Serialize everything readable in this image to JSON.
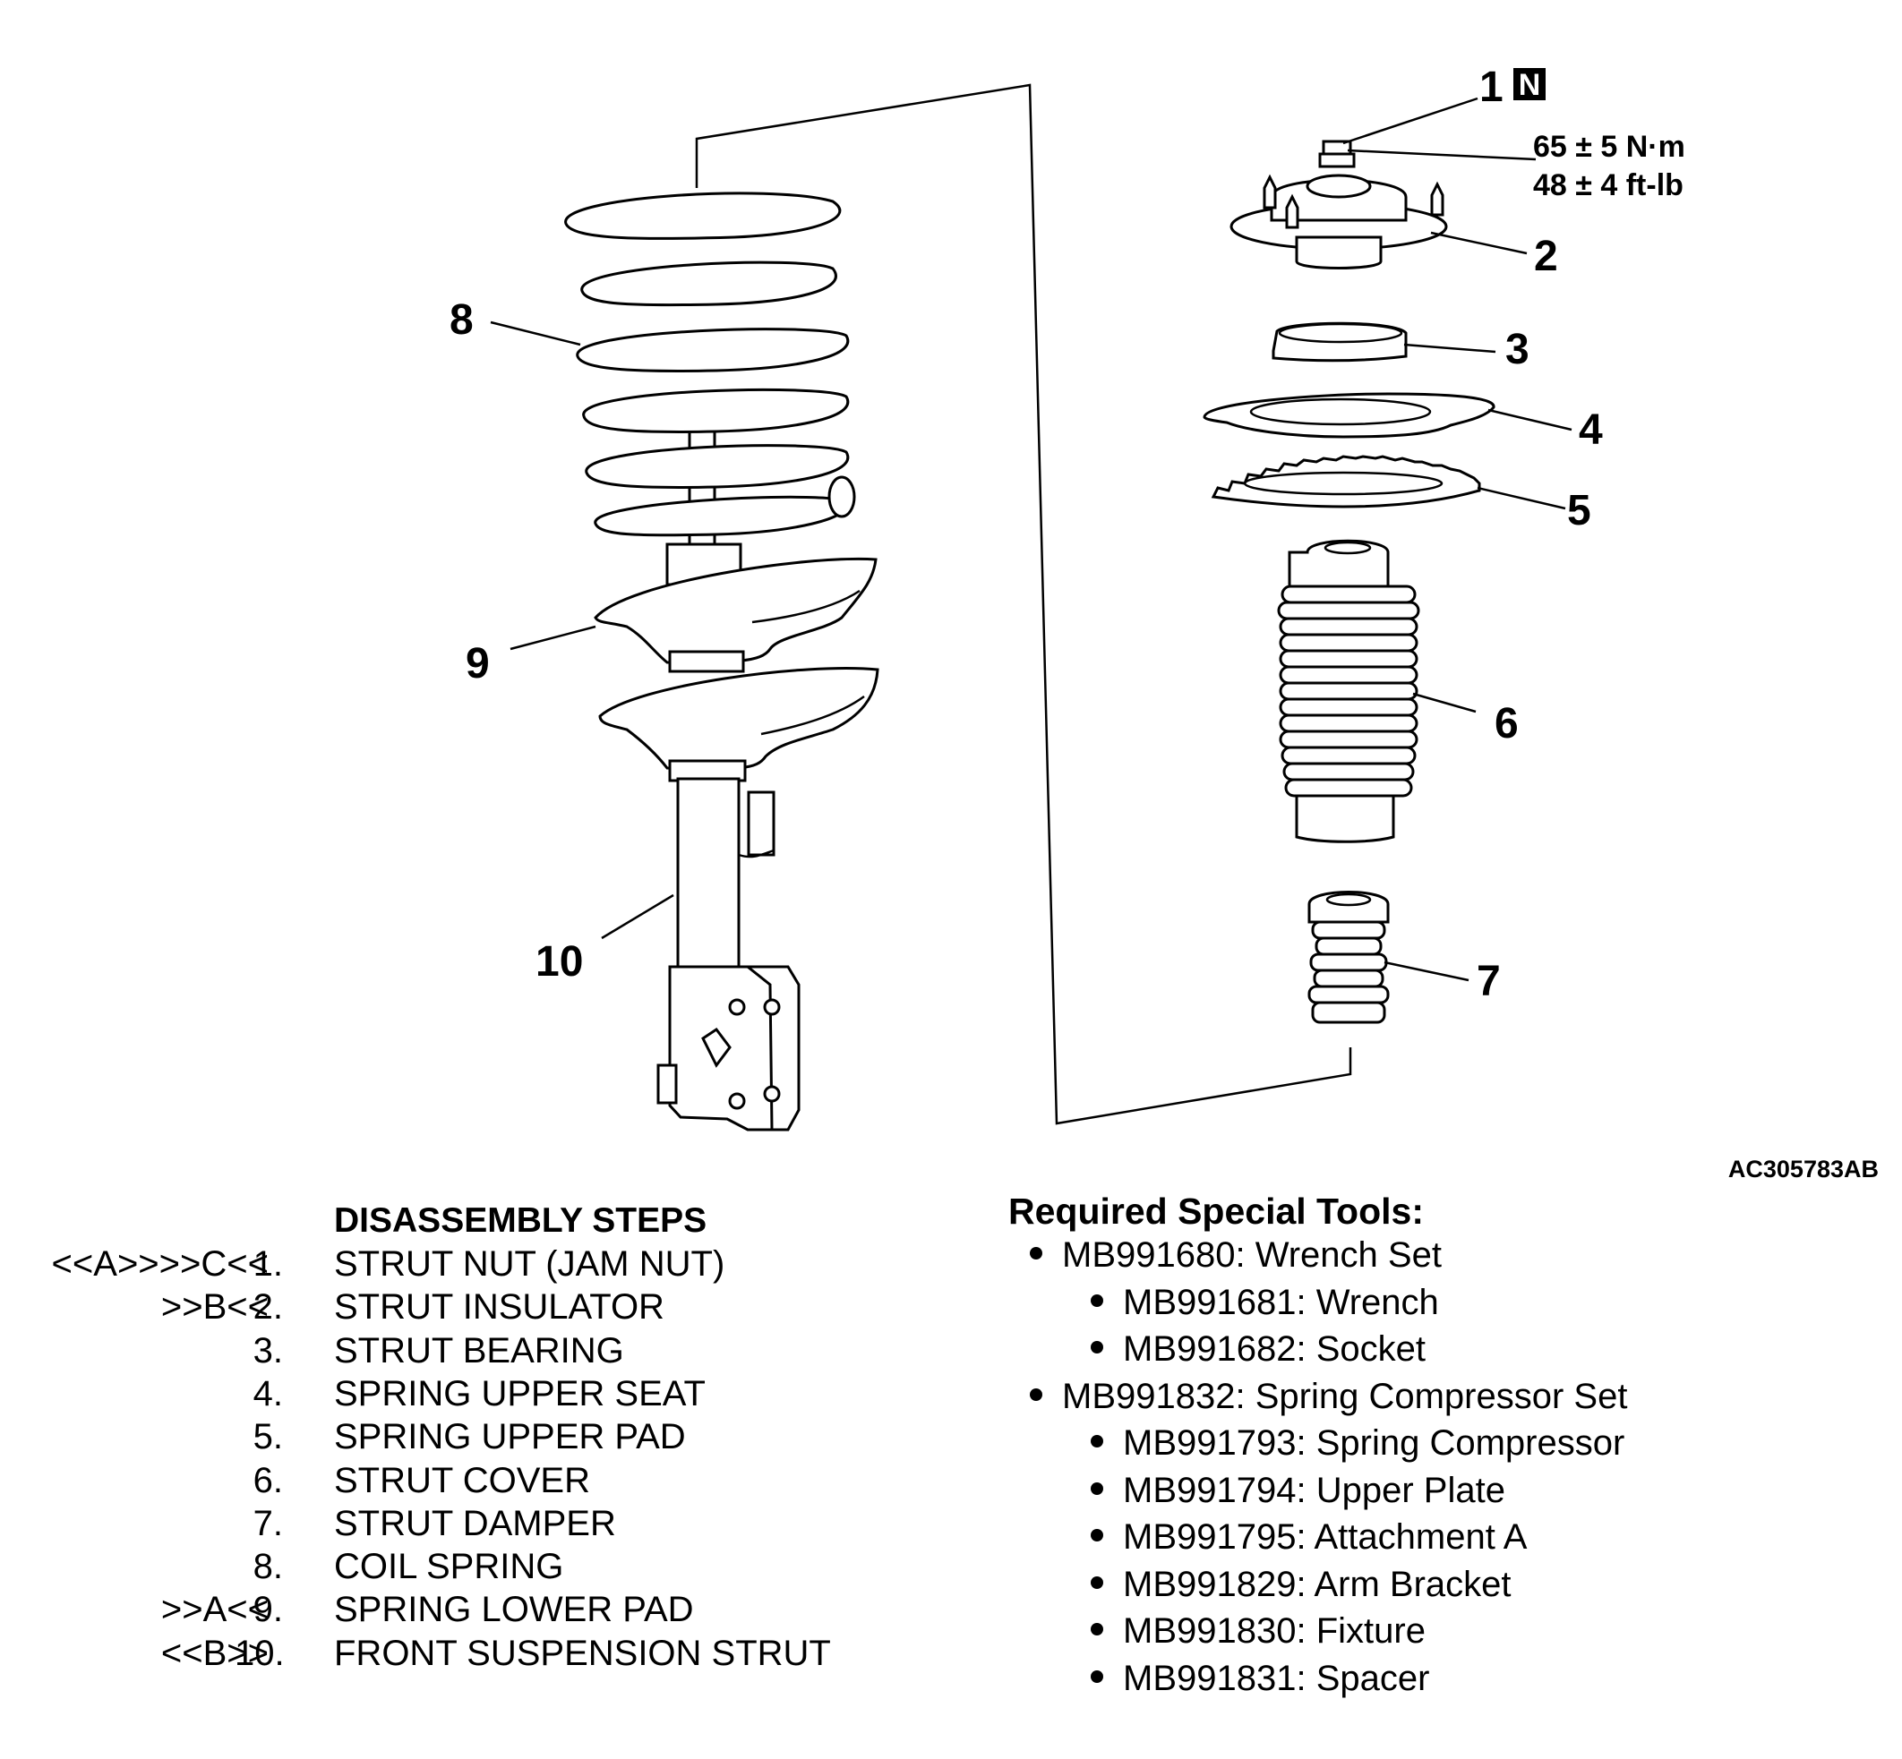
{
  "callouts": [
    "1",
    "2",
    "3",
    "4",
    "5",
    "6",
    "7",
    "8",
    "9",
    "10"
  ],
  "badge": "N",
  "torque": {
    "metric": "65 ± 5 N·m",
    "imperial": "48 ± 4 ft-lb"
  },
  "figure_id": "AC305783AB",
  "disassembly": {
    "title": "DISASSEMBLY STEPS",
    "steps": [
      {
        "code": "<<A>>>>C<<",
        "num": "1.",
        "name": "STRUT NUT (JAM NUT)"
      },
      {
        "code": ">>B<<",
        "num": "2.",
        "name": "STRUT INSULATOR"
      },
      {
        "code": "",
        "num": "3.",
        "name": "STRUT BEARING"
      },
      {
        "code": "",
        "num": "4.",
        "name": "SPRING UPPER SEAT"
      },
      {
        "code": "",
        "num": "5.",
        "name": "SPRING UPPER PAD"
      },
      {
        "code": "",
        "num": "6.",
        "name": "STRUT COVER"
      },
      {
        "code": "",
        "num": "7.",
        "name": "STRUT DAMPER"
      },
      {
        "code": "",
        "num": "8.",
        "name": "COIL SPRING"
      },
      {
        "code": ">>A<<",
        "num": "9.",
        "name": "SPRING LOWER PAD"
      },
      {
        "code": "<<B>>",
        "num": "10.",
        "name": "FRONT SUSPENSION STRUT"
      }
    ]
  },
  "tools": {
    "title": "Required Special Tools:",
    "items": [
      {
        "level": 1,
        "text": "MB991680: Wrench Set"
      },
      {
        "level": 2,
        "text": "MB991681: Wrench"
      },
      {
        "level": 2,
        "text": "MB991682: Socket"
      },
      {
        "level": 1,
        "text": "MB991832: Spring Compressor Set"
      },
      {
        "level": 2,
        "text": "MB991793: Spring Compressor"
      },
      {
        "level": 2,
        "text": "MB991794: Upper Plate"
      },
      {
        "level": 2,
        "text": "MB991795: Attachment A"
      },
      {
        "level": 2,
        "text": "MB991829: Arm Bracket"
      },
      {
        "level": 2,
        "text": "MB991830: Fixture"
      },
      {
        "level": 2,
        "text": "MB991831: Spacer"
      }
    ]
  }
}
